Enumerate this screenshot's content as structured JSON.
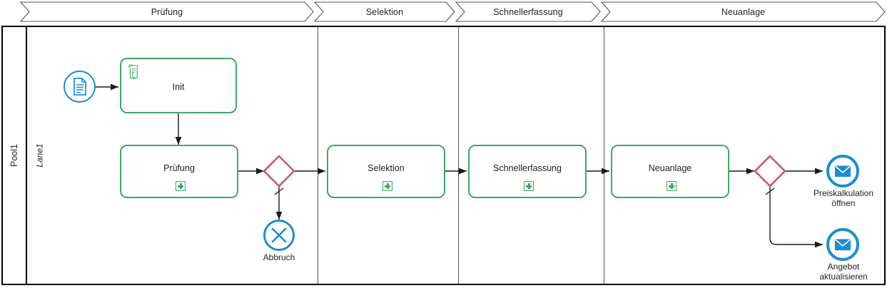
{
  "diagram": {
    "type": "bpmn-process",
    "pool": {
      "label": "Pool1"
    },
    "lane": {
      "label": "Lane1"
    },
    "colors": {
      "task_border": "#3fa864",
      "event_blue": "#1c8ed4",
      "gateway_red": "#c8596b",
      "pool_border": "#000000",
      "phase_border": "#555555",
      "text": "#231f20"
    }
  },
  "phases": [
    {
      "label": "Prüfung"
    },
    {
      "label": "Selektion"
    },
    {
      "label": "Schnellerfassung"
    },
    {
      "label": "Neuanlage"
    }
  ],
  "nodes": {
    "start_event": {
      "label": "",
      "icon": "document-icon",
      "type": "message-start-event"
    },
    "task_init": {
      "label": "Init",
      "icon": "script-icon",
      "type": "script-task"
    },
    "task_pruefung": {
      "label": "Prüfung",
      "marker": "collapsed-subprocess",
      "type": "subprocess"
    },
    "gateway_1": {
      "label": "",
      "type": "exclusive-gateway"
    },
    "end_abbruch": {
      "label": "Abbruch",
      "icon": "cancel-icon",
      "type": "cancel-end-event"
    },
    "task_selektion": {
      "label": "Selektion",
      "marker": "collapsed-subprocess",
      "type": "subprocess"
    },
    "task_schnellerfassung": {
      "label": "Schnellerfassung",
      "marker": "collapsed-subprocess",
      "type": "subprocess"
    },
    "task_neuanlage": {
      "label": "Neuanlage",
      "marker": "collapsed-subprocess",
      "type": "subprocess"
    },
    "gateway_2": {
      "label": "",
      "type": "exclusive-gateway"
    },
    "end_preiskalkulation": {
      "label": "Preiskalkulation\nöffnen",
      "icon": "envelope-icon",
      "type": "message-end-event"
    },
    "end_angebot": {
      "label": "Angebot\naktualisieren",
      "icon": "envelope-icon",
      "type": "message-end-event"
    }
  }
}
